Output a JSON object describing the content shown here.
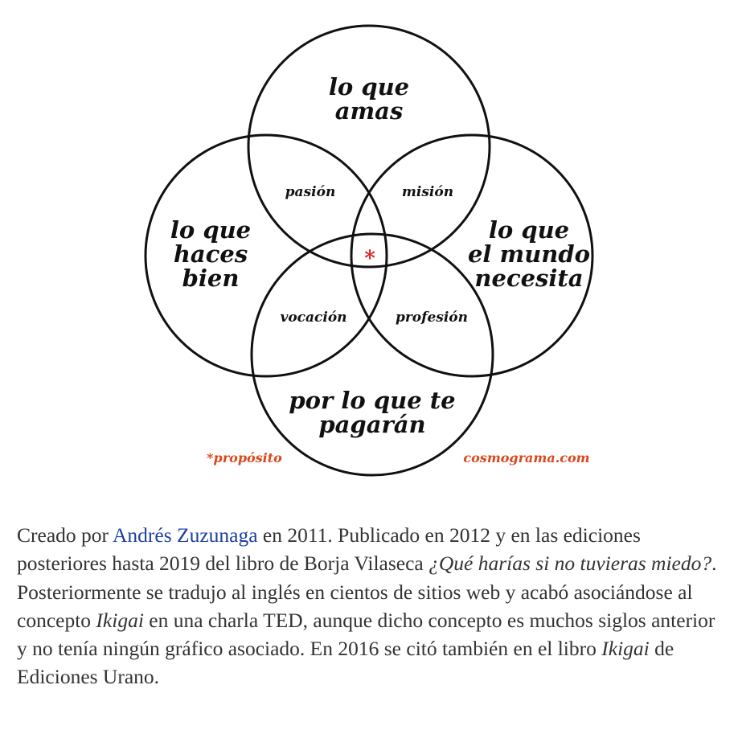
{
  "diagram": {
    "circles": {
      "top": [
        "lo que",
        "amas"
      ],
      "left": [
        "lo que",
        "haces",
        "bien"
      ],
      "right": [
        "lo que",
        "el mundo",
        "necesita"
      ],
      "bottom": [
        "por lo que te",
        "pagarán"
      ]
    },
    "intersections": {
      "top_left": "pasión",
      "top_right": "misión",
      "bottom_left": "vocación",
      "bottom_right": "profesión",
      "center": "*"
    },
    "footnote": "*propósito",
    "credit": "cosmograma.com",
    "colors": {
      "stroke": "#111111",
      "accent_red": "#d9241c",
      "accent_orange": "#d9481c"
    }
  },
  "caption": {
    "p1": "Creado por ",
    "author_link": "Andrés Zuzunaga",
    "p2": " en 2011. Publicado en 2012 y en las ediciones posteriores hasta 2019 del libro de Borja Vilaseca ",
    "book_title": "¿Qué harías si no tuvieras miedo?",
    "p3": ". Posteriormente se tradujo al inglés en cientos de sitios web y acabó asociándose al concepto ",
    "concept": "Ikigai",
    "p4": " en una charla TED, aunque dicho concepto es muchos siglos anterior y no tenía ningún gráfico asociado. En 2016 se citó también en el libro ",
    "book2": "Ikigai",
    "p5": " de Ediciones Urano."
  }
}
